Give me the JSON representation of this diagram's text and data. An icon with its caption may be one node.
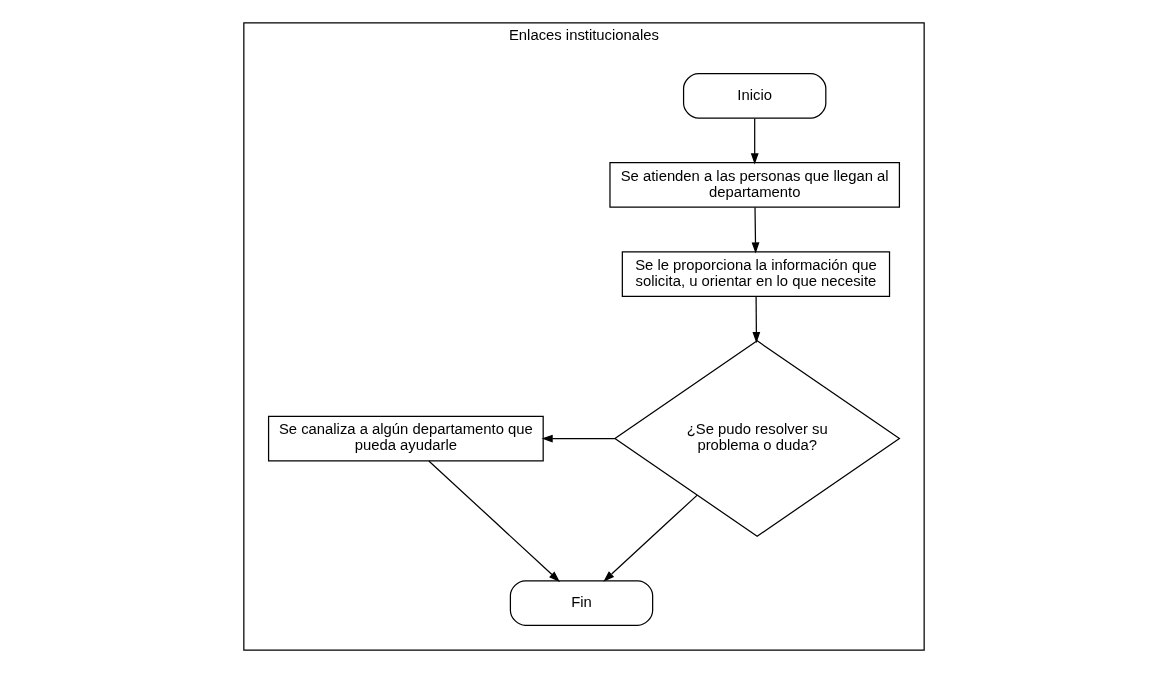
{
  "diagram": {
    "nodes": [
      {
        "text": [
          "Enlaces institucionales"
        ]
      },
      {
        "text": [
          "Inicio"
        ],
        "in": 0
      },
      {
        "text": [
          "Se atienden a las personas que llegan al departamento"
        ],
        "in": 0
      },
      {
        "text": [
          "Se le proporciona la información que solicita, u orientar en lo que necesite"
        ],
        "in": 0
      },
      {
        "text": [
          "¿Se pudo resolver su problema o duda?"
        ],
        "in": 0
      },
      {
        "text": [
          "Se canaliza a algún departamento que pueda ayudarle"
        ],
        "in": 0
      },
      {
        "text": [
          "Fin"
        ],
        "in": 0
      }
    ],
    "edges": [
      {
        "from": 1,
        "to": 2,
        "arrow": "to"
      },
      {
        "from": 2,
        "to": 3,
        "arrow": "to"
      },
      {
        "from": 3,
        "to": 4,
        "arrow": "to"
      },
      {
        "from": 4,
        "to": 5,
        "arrow": "to"
      },
      {
        "from": 4,
        "to": 6,
        "arrow": "to"
      },
      {
        "from": 5,
        "to": 6,
        "arrow": "to"
      }
    ]
  }
}
